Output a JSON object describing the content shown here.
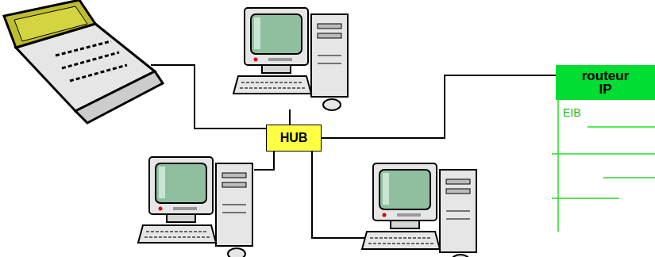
{
  "diagram": {
    "nodes": [
      {
        "text": [
          "HUB"
        ]
      },
      {
        "text": [
          "routeur IP"
        ]
      }
    ],
    "edges": [
      {
        "from": 0,
        "to": 1,
        "arrow": "none"
      }
    ],
    "labels": [
      "EIB"
    ]
  }
}
